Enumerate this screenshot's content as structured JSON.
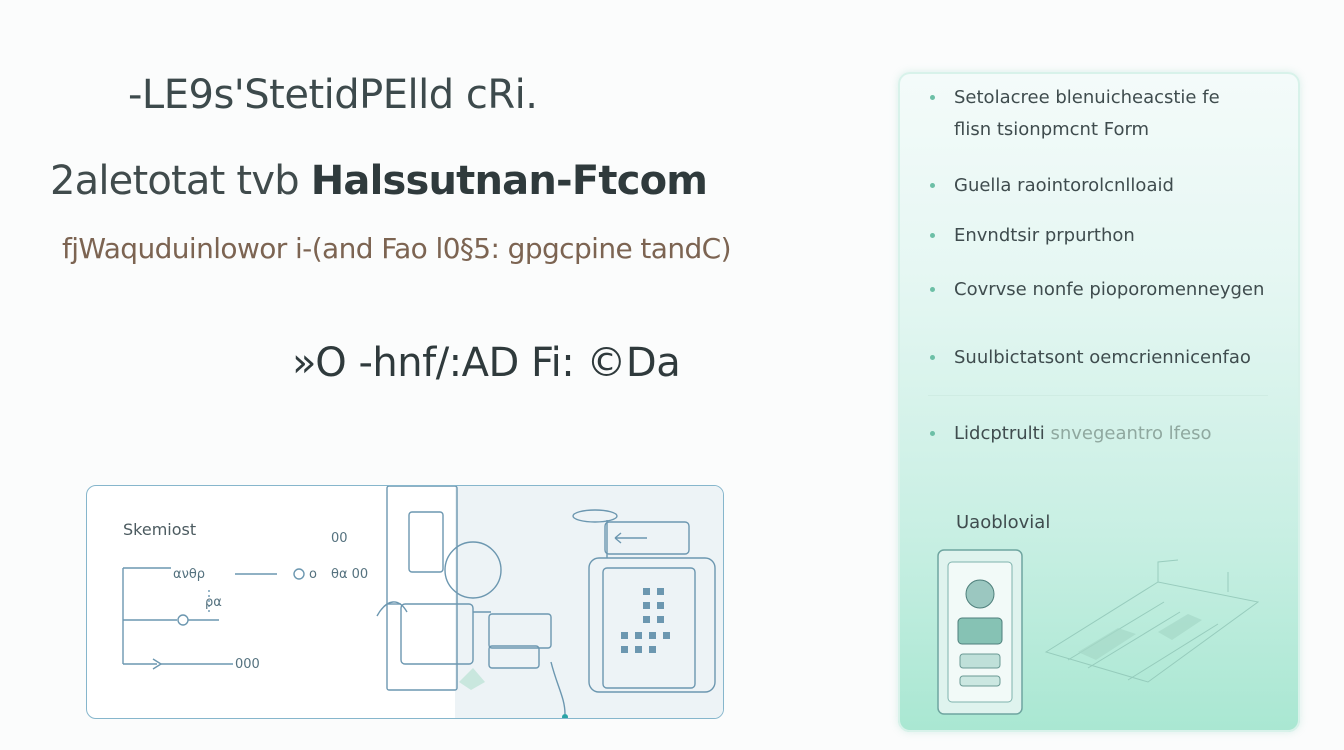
{
  "headline": {
    "line1": "-LE9s'StetidPElld cRi.",
    "line2_prefix": "2aletotat tvb",
    "line2_bold": "Halssutnan-Ftcom",
    "line3": "fjWaquduinlowor i-(and Fao l0§5: gpgcpine tandC)",
    "line4": "»O -hnf/:AD Fi: ©Da"
  },
  "diagram": {
    "label": "Skemiost",
    "node_labels": [
      "ανθρ",
      "00",
      "ρα",
      "θα 00",
      "o",
      "000"
    ]
  },
  "sidebar": {
    "items": [
      {
        "line1": "Setolacree blenuicheacstie fe",
        "line2": "flisn tsionpmcnt Form"
      },
      {
        "line1": "Guella raointorolcnlloaid"
      },
      {
        "line1": "Envndtsir prpurthon"
      },
      {
        "line1": "Covrvse nonfe pioporomenneygen"
      },
      {
        "line1": "Suulbictatsont oemcriennicenfao"
      },
      {
        "line1": "Lidcptrulti",
        "line1_highlight": "snvegeantro lfeso"
      }
    ],
    "footer": "Uaoblovial"
  },
  "colors": {
    "accent_teal": "#6cbfa6",
    "diagram_border": "#86b6cc",
    "subtitle_brown": "#7c6452",
    "heading": "#3d4a4c"
  }
}
